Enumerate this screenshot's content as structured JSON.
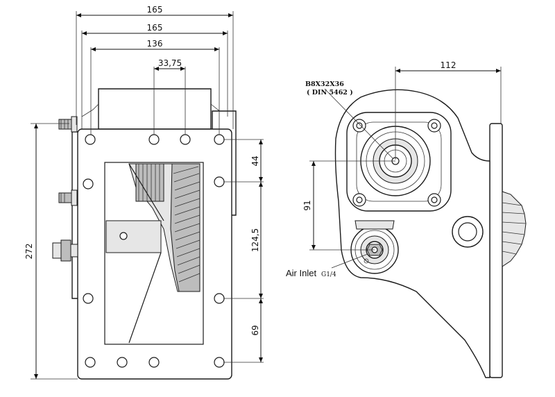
{
  "dimensions": {
    "width_outer": "165",
    "width_inner": "165",
    "width_bolt": "136",
    "bolt_spacing": "33,75",
    "height_total": "272",
    "bolt_top": "44",
    "bolt_mid": "124,5",
    "bolt_bottom": "69",
    "shaft_offset": "112",
    "shaft_height": "91"
  },
  "labels": {
    "spline_spec": "B8X32X36",
    "spline_standard": "( DIN 5462 )",
    "air_inlet": "Air Inlet",
    "air_inlet_thread": "G1/4"
  }
}
